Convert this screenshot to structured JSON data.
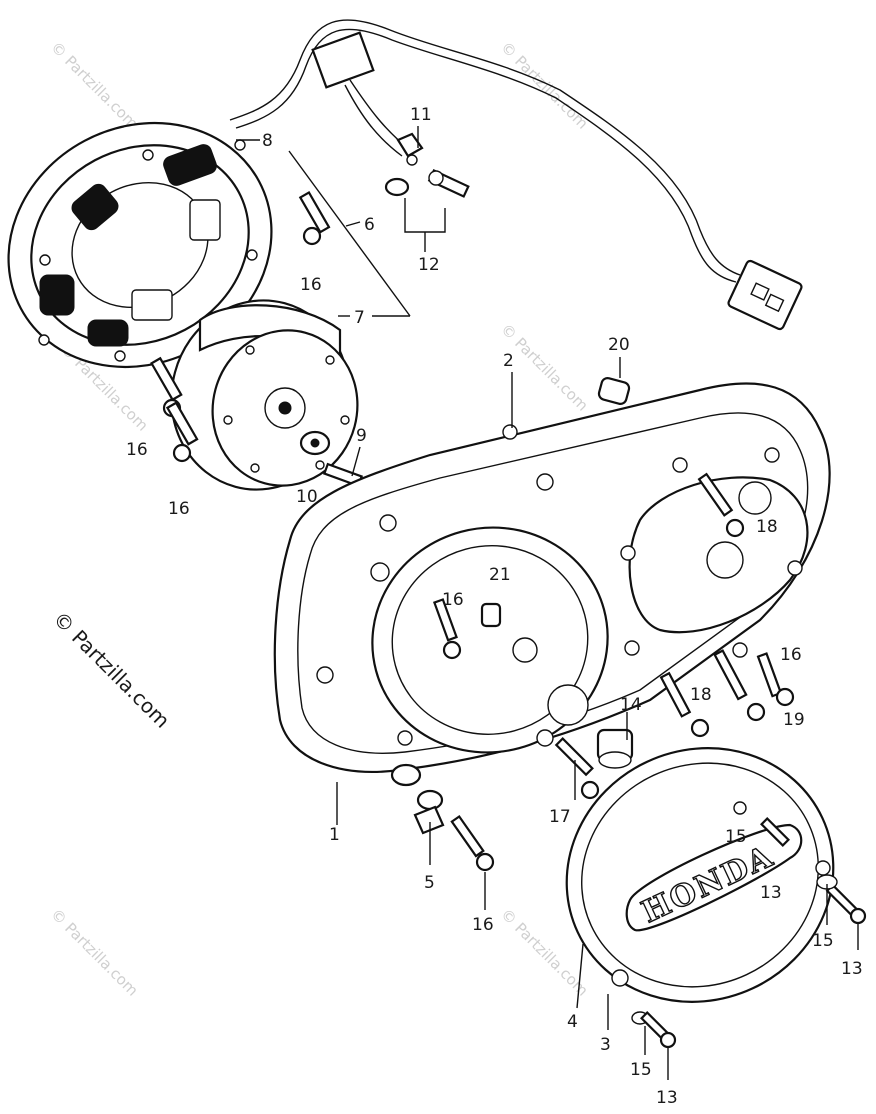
{
  "watermark": "© Partzilla.com",
  "side_mark": "© Partzilla.com",
  "logo_text": "HONDA",
  "callouts": [
    {
      "id": "c8",
      "text": "8"
    },
    {
      "id": "c11",
      "text": "11"
    },
    {
      "id": "c6",
      "text": "6"
    },
    {
      "id": "c16a",
      "text": "16"
    },
    {
      "id": "c12",
      "text": "12"
    },
    {
      "id": "c7",
      "text": "7"
    },
    {
      "id": "c2",
      "text": "2"
    },
    {
      "id": "c20",
      "text": "20"
    },
    {
      "id": "c16b",
      "text": "16"
    },
    {
      "id": "c16c",
      "text": "16"
    },
    {
      "id": "c9",
      "text": "9"
    },
    {
      "id": "c10",
      "text": "10"
    },
    {
      "id": "c18a",
      "text": "18"
    },
    {
      "id": "c21",
      "text": "21"
    },
    {
      "id": "c16d",
      "text": "16"
    },
    {
      "id": "c16e",
      "text": "16"
    },
    {
      "id": "c14",
      "text": "14"
    },
    {
      "id": "c18b",
      "text": "18"
    },
    {
      "id": "c19",
      "text": "19"
    },
    {
      "id": "c1",
      "text": "1"
    },
    {
      "id": "c17",
      "text": "17"
    },
    {
      "id": "c15a",
      "text": "15"
    },
    {
      "id": "c13a",
      "text": "13"
    },
    {
      "id": "c5",
      "text": "5"
    },
    {
      "id": "c16f",
      "text": "16"
    },
    {
      "id": "c15b",
      "text": "15"
    },
    {
      "id": "c13b",
      "text": "13"
    },
    {
      "id": "c4",
      "text": "4"
    },
    {
      "id": "c3",
      "text": "3"
    },
    {
      "id": "c15c",
      "text": "15"
    },
    {
      "id": "c13c",
      "text": "13"
    }
  ]
}
